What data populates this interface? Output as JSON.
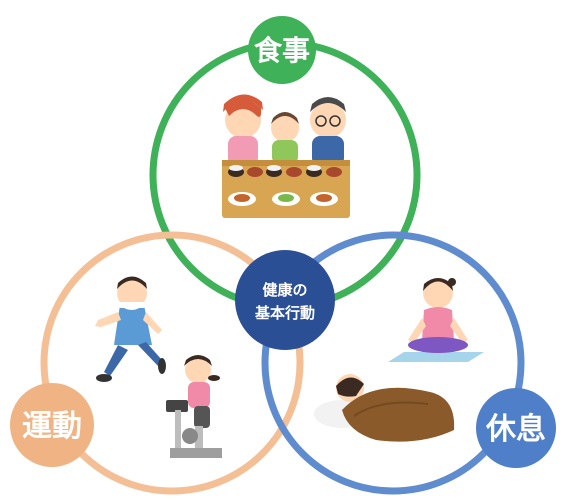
{
  "diagram": {
    "center": {
      "line1": "健康の",
      "line2": "基本行動"
    },
    "nodes": {
      "meal": {
        "label": "食事",
        "color": "#3fb158",
        "badge_color": "#3fb158"
      },
      "exercise": {
        "label": "運動",
        "color": "#f4bf95",
        "badge_color": "#f0b383"
      },
      "rest": {
        "label": "休息",
        "color": "#5f8ccf",
        "badge_color": "#4f7fc9"
      }
    },
    "center_color": "#2a4f95"
  },
  "illustrations": {
    "meal": "family-eating-icon",
    "exercise_runner": "runner-icon",
    "exercise_bike": "exercise-bike-icon",
    "rest_yoga": "meditation-icon",
    "rest_sleep": "sleeping-person-icon"
  }
}
